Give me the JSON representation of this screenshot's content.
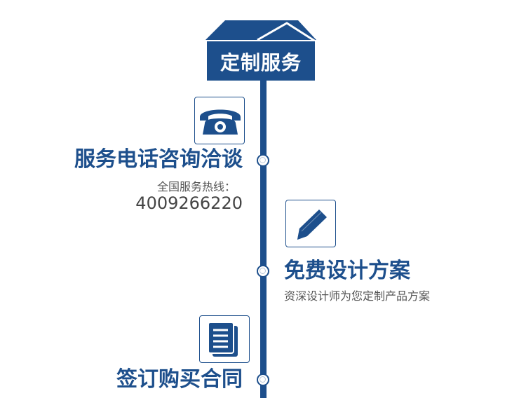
{
  "header": {
    "title": "定制服务"
  },
  "steps": [
    {
      "title": "服务电话咨询洽谈",
      "subtitle": "全国服务热线：",
      "phone": "4009266220",
      "icon": "telephone-icon"
    },
    {
      "title": "免费设计方案",
      "subtitle": "资深设计师为您定制产品方案",
      "icon": "pen-icon"
    },
    {
      "title": "签订购买合同",
      "icon": "document-icon"
    }
  ],
  "colors": {
    "primary": "#1d4f8c",
    "text_muted": "#555555"
  }
}
